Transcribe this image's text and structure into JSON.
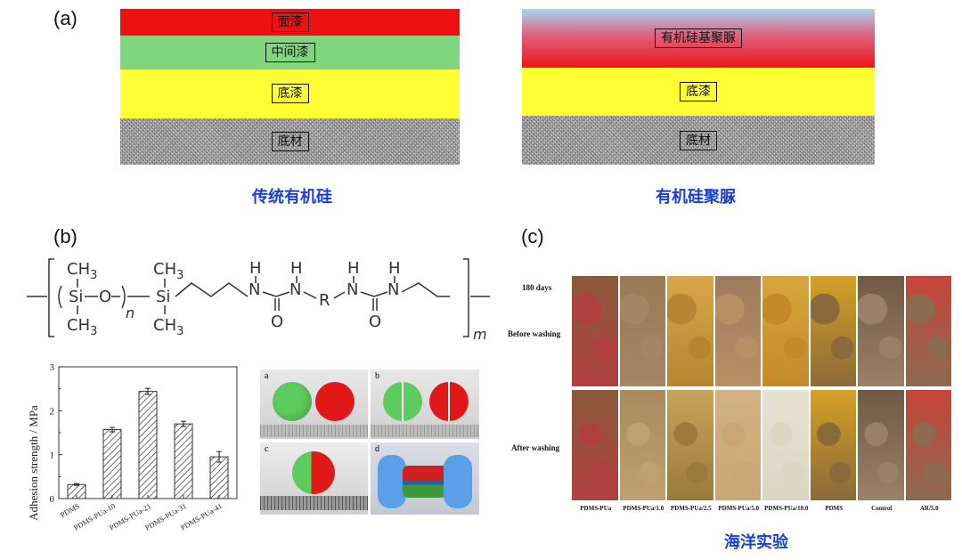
{
  "panel_a": {
    "label": "(a)",
    "left": {
      "caption": "传统有机硅",
      "layers": [
        "面漆",
        "中间漆",
        "底漆",
        "底材"
      ]
    },
    "right": {
      "caption": "有机硅聚脲",
      "layers": [
        "有机硅基聚脲",
        "底漆",
        "底材"
      ]
    }
  },
  "panel_b": {
    "label": "(b)",
    "formula": {
      "atoms": [
        "CH3",
        "Si",
        "O",
        "CH3",
        "CH3",
        "Si",
        "CH3",
        "H",
        "N",
        "H",
        "N",
        "O",
        "R",
        "H",
        "N",
        "H",
        "N",
        "O"
      ],
      "subscript_n": "n",
      "subscript_m": "m"
    },
    "photo_labels": [
      "a",
      "b",
      "c",
      "d"
    ]
  },
  "chart_data": {
    "type": "bar",
    "categories": [
      "PDMS",
      "PDMS-PUa-10",
      "PDMS-PUa-21",
      "PDMS-PUa-31",
      "PDMS-PUa-41"
    ],
    "values": [
      0.32,
      1.57,
      2.44,
      1.7,
      0.95
    ],
    "errors": [
      0.02,
      0.05,
      0.07,
      0.06,
      0.12
    ],
    "ylabel": "Adhesion strength / MPa",
    "xlabel": "",
    "ylim": [
      0,
      3
    ],
    "yticks": [
      "0",
      "1",
      "2",
      "3"
    ],
    "grid": false
  },
  "panel_c": {
    "label": "(c)",
    "row_labels": [
      "180 days",
      "Before washing",
      "After washing"
    ],
    "columns": [
      "PDMS-PUa",
      "PDMS-PUa/1.0",
      "PDMS-PUa/2.5",
      "PDMS-PUa/5.0",
      "PDMS-PUa/10.0",
      "PDMS",
      "Control",
      "AR/5.0"
    ],
    "caption": "海洋实验"
  }
}
